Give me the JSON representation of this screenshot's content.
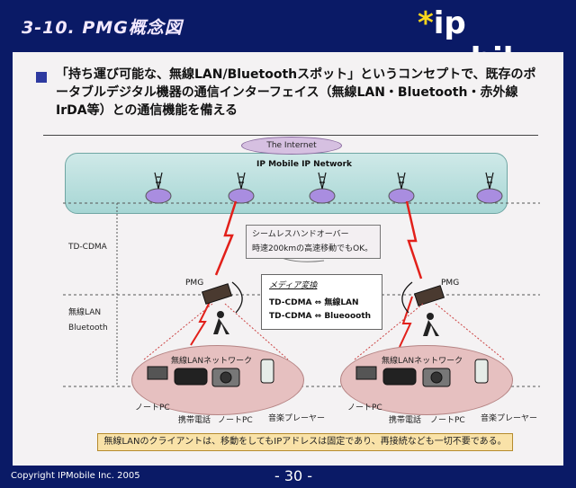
{
  "slide": {
    "title": "3-10. PMG概念図",
    "logo_star": "*",
    "logo_text": "ip mobile",
    "bullet_text": "「持ち運び可能な、無線LAN/Bluetoothスポット」というコンセプトで、既存のポータブルデジタル機器の通信インターフェイス（無線LAN・Bluetooth・赤外線IrDA等）との通信機能を備える",
    "footer_copyright": "Copyright IPMobile Inc. 2005",
    "footer_page": "- 30 -"
  },
  "diagram": {
    "internet_label": "The Internet",
    "ipnet_label": "IP Mobile IP Network",
    "layer_tdcdma": "TD-CDMA",
    "layer_wlan": "無線LAN",
    "layer_bluetooth": "Bluetooth",
    "bubble_line1": "シームレスハンドオーバー",
    "bubble_line2": "時速200kmの高速移動でもOK。",
    "media_title": "メディア変換",
    "media_row1": "TD-CDMA ⇔ 無線LAN",
    "media_row2": "TD-CDMA ⇔ Blueoooth",
    "pmg_left": "PMG",
    "pmg_right": "PMG",
    "lan_left": "無線LANネットワーク",
    "lan_right": "無線LANネットワーク",
    "left_devices": {
      "pc": "ノートPC",
      "phone": "携帯電話",
      "pc2": "ノートPC"
    },
    "middle_device": "音楽プレーヤー",
    "right_devices": {
      "pc": "ノートPC",
      "phone": "携帯電話",
      "pc2": "ノートPC"
    },
    "right_music": "音楽プレーヤー",
    "bottom_note": "無線LANのクライアントは、移動をしてもIPアドレスは固定であり、再接続なども一切不要である。"
  }
}
